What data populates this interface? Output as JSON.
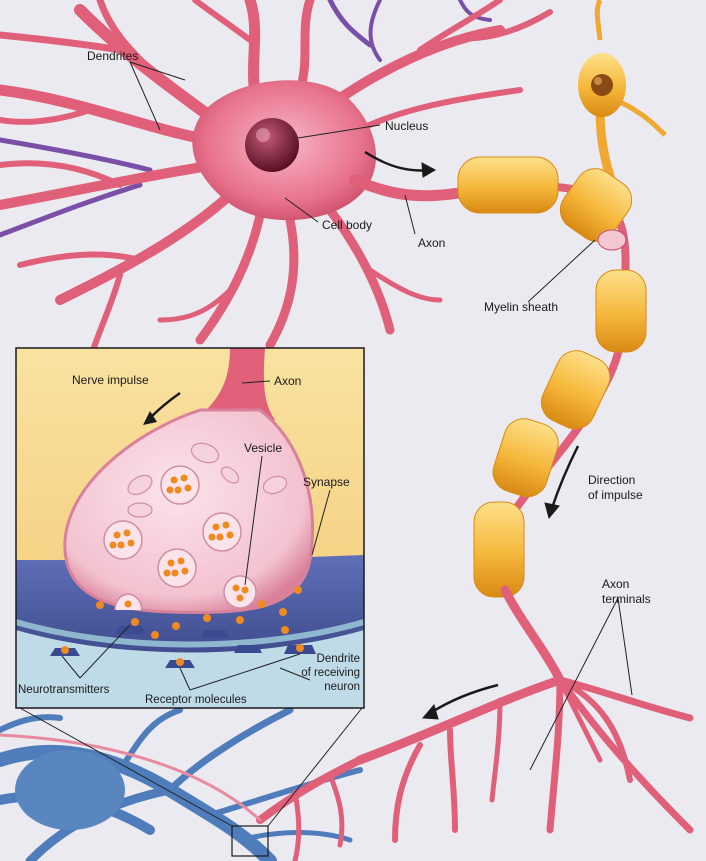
{
  "labels": {
    "dendrites": "Dendrites",
    "nucleus": "Nucleus",
    "cell_body": "Cell body",
    "axon": "Axon",
    "myelin_sheath": "Myelin sheath",
    "direction_of_impulse": [
      "Direction",
      "of impulse"
    ],
    "axon_terminals": [
      "Axon",
      "terminals"
    ]
  },
  "inset": {
    "nerve_impulse": "Nerve impulse",
    "axon": "Axon",
    "vesicle": "Vesicle",
    "synapse": "Synapse",
    "neurotransmitters": "Neurotransmitters",
    "receptor_molecules": "Receptor molecules",
    "dendrite_of_receiving_neuron": [
      "Dendrite",
      "of receiving",
      "neuron"
    ]
  },
  "colors": {
    "background": "#ebeaf0",
    "neuron_pink": "#e0607a",
    "neuron_pink_light": "#f2a6b8",
    "myelin_yellow": "#f5b73a",
    "receiving_neuron_blue": "#5a86c0",
    "dendrite_purple": "#7a4fa8",
    "inset_background": "#f7d98a",
    "postsynaptic_blue": "#4a5aa0",
    "neurotransmitter_orange": "#f08a20"
  }
}
